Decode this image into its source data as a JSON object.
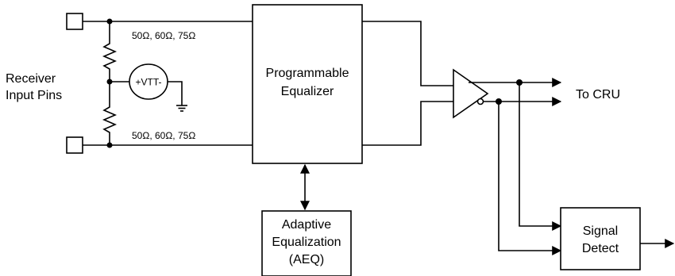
{
  "labels": {
    "receiver_input_pins": [
      "Receiver",
      "Input Pins"
    ],
    "termination_top": "50Ω, 60Ω, 75Ω",
    "termination_bottom": "50Ω, 60Ω, 75Ω",
    "vtt": "+VTT-",
    "to_cru": "To CRU"
  },
  "blocks": {
    "programmable_equalizer": [
      "Programmable",
      "Equalizer"
    ],
    "adaptive_equalization": [
      "Adaptive",
      "Equalization",
      "(AEQ)"
    ],
    "signal_detect": [
      "Signal",
      "Detect"
    ]
  }
}
